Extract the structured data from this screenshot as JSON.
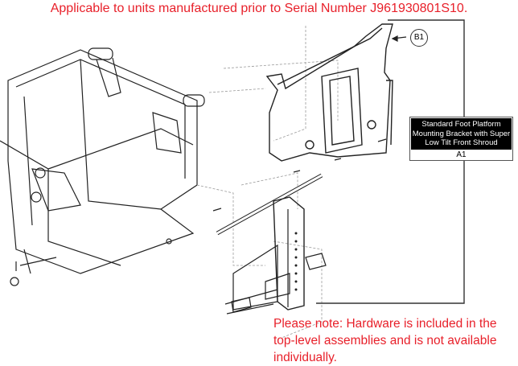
{
  "header": {
    "applicability_note": "Applicable to units manufactured prior to Serial Number J961930801S10."
  },
  "callout": {
    "id": "B1"
  },
  "part_label": {
    "description": "Standard Foot Platform Mounting Bracket with Super Low Tilt Front Shroud",
    "id": "A1"
  },
  "footer": {
    "hardware_note": "Please note: Hardware is included in the top-level assemblies and is not available individually."
  },
  "colors": {
    "note_text": "#e8202a",
    "line": "#222222",
    "label_bg": "#000000"
  }
}
